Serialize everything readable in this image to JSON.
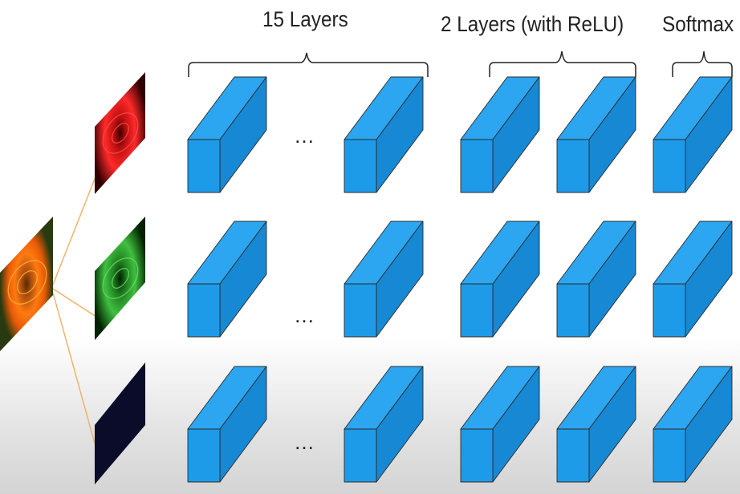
{
  "groups": {
    "first": {
      "label": "15 Layers"
    },
    "second": {
      "label": "2 Layers (with ReLU)"
    },
    "third": {
      "label": "Softmax"
    }
  },
  "ellipsis": "…",
  "channels": [
    {
      "name": "red-channel",
      "color": "#e01010"
    },
    {
      "name": "green-channel",
      "color": "#2fa82a"
    },
    {
      "name": "blue-channel",
      "color": "#0b0b2a"
    }
  ],
  "colors": {
    "block_front": "#1e9be8",
    "block_top": "#2ca6f0",
    "block_side": "#1688d4",
    "block_edge": "#2a2a2a",
    "connector": "#f0b060",
    "input_flower": "#f07010"
  }
}
